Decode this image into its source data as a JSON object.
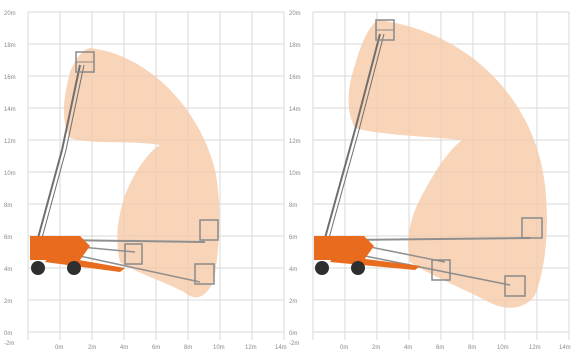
{
  "colors": {
    "envelope": "#f6c9a8",
    "grid": "#d9d9d9",
    "boom": "#6f6f6f",
    "chassis": "#e86b1e",
    "tire": "#2f2f2f",
    "basket": "#8a8a8a",
    "tick": "#8a8a8a"
  },
  "panels": [
    {
      "name": "left-panel",
      "y_labels": [
        "20m",
        "18m",
        "16m",
        "14m",
        "12m",
        "10m",
        "8m",
        "6m",
        "4m",
        "2m",
        "0m",
        "-2m"
      ],
      "x_labels": [
        "0m",
        "2m",
        "4m",
        "6m",
        "8m",
        "10m",
        "12m",
        "14m"
      ]
    },
    {
      "name": "right-panel",
      "y_labels": [
        "20m",
        "18m",
        "16m",
        "14m",
        "12m",
        "10m",
        "8m",
        "6m",
        "4m",
        "2m",
        "0m",
        "-2m"
      ],
      "x_labels": [
        "0m",
        "2m",
        "4m",
        "6m",
        "8m",
        "10m",
        "12m",
        "14m"
      ]
    }
  ]
}
